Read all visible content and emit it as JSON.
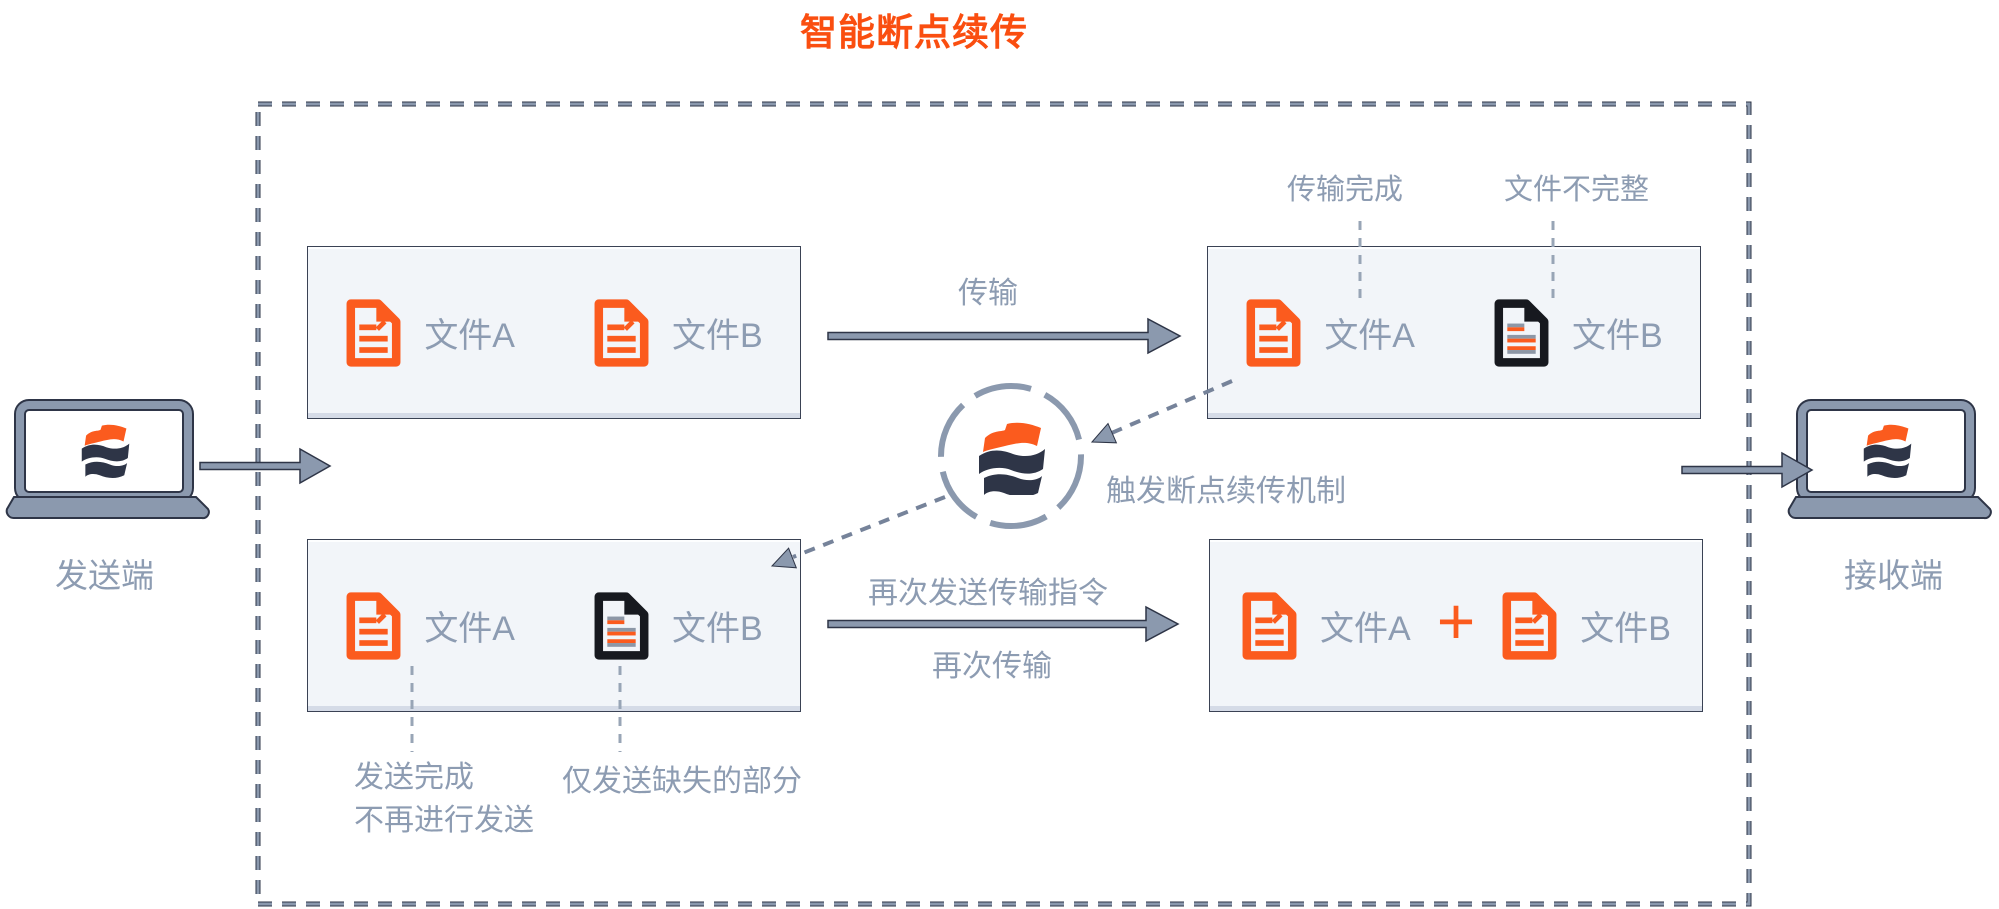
{
  "title": "智能断点续传",
  "sender": {
    "label": "发送端"
  },
  "receiver": {
    "label": "接收端"
  },
  "boxes": {
    "top_left": {
      "files": [
        {
          "name": "文件A",
          "state": "complete"
        },
        {
          "name": "文件B",
          "state": "complete"
        }
      ]
    },
    "top_right": {
      "files": [
        {
          "name": "文件A",
          "state": "complete"
        },
        {
          "name": "文件B",
          "state": "incomplete"
        }
      ]
    },
    "bottom_left": {
      "files": [
        {
          "name": "文件A",
          "state": "complete"
        },
        {
          "name": "文件B",
          "state": "incomplete"
        }
      ]
    },
    "bottom_right": {
      "files": [
        {
          "name": "文件A",
          "state": "complete"
        },
        {
          "name": "文件B",
          "state": "complete"
        }
      ],
      "plus": "+"
    }
  },
  "arrows": {
    "transfer_label": "传输",
    "resend_command_label": "再次发送传输指令",
    "retransfer_label": "再次传输"
  },
  "annotations": {
    "transfer_complete": "传输完成",
    "file_incomplete": "文件不完整",
    "trigger_mechanism": "触发断点续传机制",
    "send_done_line1": "发送完成",
    "send_done_line2": "不再进行发送",
    "send_missing_only": "仅发送缺失的部分"
  },
  "colors": {
    "accent_orange": "#fb5b1e",
    "title_orange": "#fa4e10",
    "line_gray": "#8b99ae",
    "text_gray": "#8d9cb2",
    "dark_navy": "#2e3547",
    "box_fill": "#f2f5f9",
    "icon_black": "#17191f"
  }
}
